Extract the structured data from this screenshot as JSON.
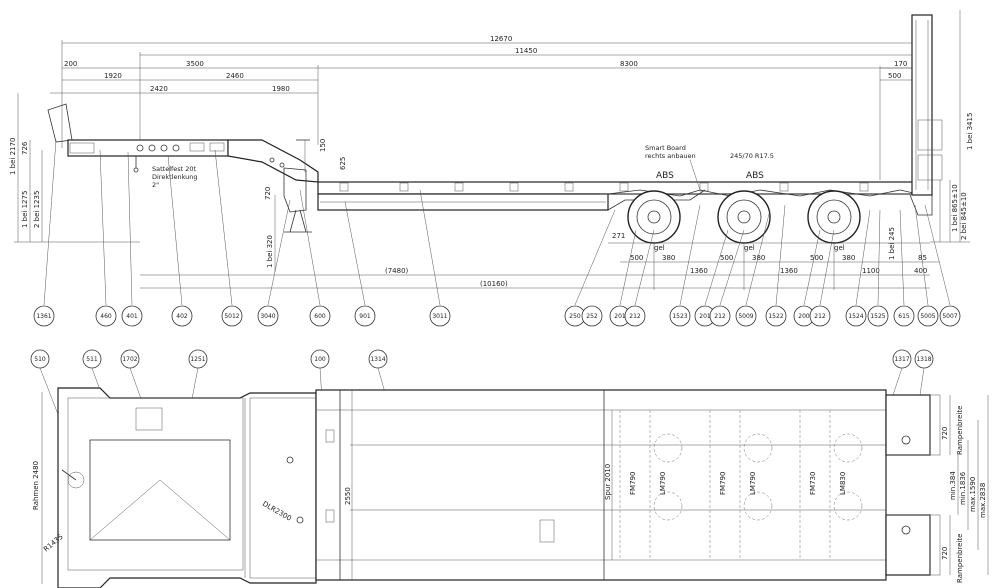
{
  "side_view": {
    "top_dims": [
      {
        "id": "d12670",
        "text": "12670"
      },
      {
        "id": "d11450",
        "text": "11450"
      },
      {
        "id": "d200",
        "text": "200"
      },
      {
        "id": "d3500",
        "text": "3500"
      },
      {
        "id": "d8300",
        "text": "8300"
      },
      {
        "id": "d1920",
        "text": "1920"
      },
      {
        "id": "d2460",
        "text": "2460"
      },
      {
        "id": "d2420",
        "text": "2420"
      },
      {
        "id": "d1980",
        "text": "1980"
      },
      {
        "id": "d170",
        "text": "170"
      },
      {
        "id": "d500",
        "text": "500"
      }
    ],
    "left_dims": [
      {
        "id": "v1",
        "text": "1 bei 2170"
      },
      {
        "id": "v2",
        "text": "726"
      },
      {
        "id": "v3",
        "text": "1 bei 1275"
      },
      {
        "id": "v4",
        "text": "2 bei 1235"
      },
      {
        "id": "v5",
        "text": "1 bei 320"
      }
    ],
    "mid_dims": [
      {
        "id": "m1",
        "text": "150"
      },
      {
        "id": "m2",
        "text": "625"
      },
      {
        "id": "m3",
        "text": "720"
      }
    ],
    "right_dims": [
      {
        "id": "r1",
        "text": "1 bei 3415"
      },
      {
        "id": "r2",
        "text": "1 bei 865±10"
      },
      {
        "id": "r3",
        "text": "2 bei 845±10"
      },
      {
        "id": "r4",
        "text": "1 bei 245"
      }
    ],
    "notes": [
      {
        "id": "n1",
        "text": "Sattelfest 20t"
      },
      {
        "id": "n2",
        "text": "Direktlenkung"
      },
      {
        "id": "n3",
        "text": "2\""
      },
      {
        "id": "n4",
        "text": "Smart Board"
      },
      {
        "id": "n5",
        "text": "rechts anbauen"
      },
      {
        "id": "n6",
        "text": "245/70 R17.5"
      },
      {
        "id": "n7",
        "text": "ABS"
      },
      {
        "id": "n8",
        "text": "ABS"
      }
    ],
    "bottom_dims": [
      {
        "id": "b1",
        "text": "271"
      },
      {
        "id": "b2",
        "text": "500"
      },
      {
        "id": "b3",
        "text": "380"
      },
      {
        "id": "b4",
        "text": "gel"
      },
      {
        "id": "b5",
        "text": "500"
      },
      {
        "id": "b6",
        "text": "380"
      },
      {
        "id": "b7",
        "text": "gel"
      },
      {
        "id": "b8",
        "text": "500"
      },
      {
        "id": "b9",
        "text": "380"
      },
      {
        "id": "b10",
        "text": "gel"
      },
      {
        "id": "b11",
        "text": "1360"
      },
      {
        "id": "b12",
        "text": "1360"
      },
      {
        "id": "b13",
        "text": "1100"
      },
      {
        "id": "b14",
        "text": "85"
      },
      {
        "id": "b15",
        "text": "400"
      },
      {
        "id": "b16",
        "text": "(7480)"
      },
      {
        "id": "b17",
        "text": "(10160)"
      }
    ],
    "callouts": [
      "1361",
      "460",
      "401",
      "402",
      "5012",
      "3040",
      "600",
      "901",
      "3011",
      "250",
      "252",
      "201",
      "212",
      "1523",
      "201",
      "212",
      "5009",
      "1522",
      "200",
      "212",
      "1524",
      "1525",
      "615",
      "5005",
      "5007"
    ]
  },
  "top_view": {
    "callouts": [
      "510",
      "511",
      "1702",
      "1251",
      "100",
      "1314",
      "1317",
      "1318"
    ],
    "labels": [
      {
        "id": "t1",
        "text": "Rahmen 2480"
      },
      {
        "id": "t2",
        "text": "R1435"
      },
      {
        "id": "t3",
        "text": "DLR2300"
      },
      {
        "id": "t4",
        "text": "2550"
      },
      {
        "id": "t5",
        "text": "Spur 2010"
      },
      {
        "id": "t6",
        "text": "FM790"
      },
      {
        "id": "t7",
        "text": "LM790"
      },
      {
        "id": "t8",
        "text": "FM790"
      },
      {
        "id": "t9",
        "text": "LM790"
      },
      {
        "id": "t10",
        "text": "FM730"
      },
      {
        "id": "t11",
        "text": "LM830"
      },
      {
        "id": "t12",
        "text": "720"
      },
      {
        "id": "t13",
        "text": "Rampenbreite"
      },
      {
        "id": "t14",
        "text": "min.384"
      },
      {
        "id": "t15",
        "text": "min.1836"
      },
      {
        "id": "t16",
        "text": "max.1590"
      },
      {
        "id": "t17",
        "text": "max.2838"
      },
      {
        "id": "t18",
        "text": "720"
      },
      {
        "id": "t19",
        "text": "Rampenbreite"
      }
    ]
  }
}
